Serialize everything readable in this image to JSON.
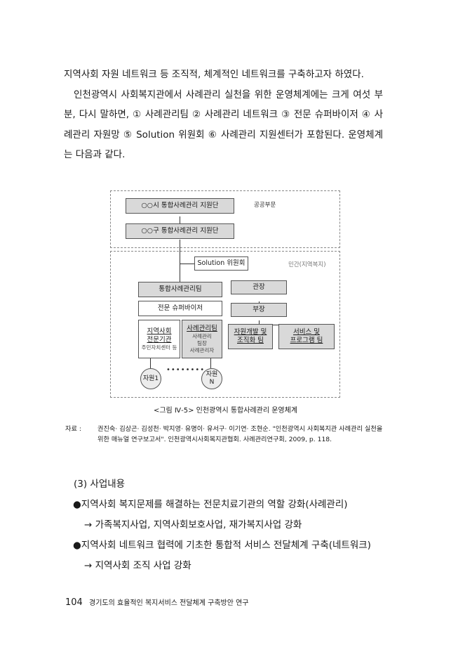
{
  "paragraph": {
    "line1": "지역사회 자원 네트워크 등 조직적, 체계적인 네트워크를 구축하고자 하였다.",
    "body": "인천광역시 사회복지관에서 사례관리 실천을 위한 운영체계에는 크게 여섯 부분, 다시 말하면, ① 사례관리팀 ② 사례관리 네트워크 ③ 전문 슈퍼바이저 ④ 사례관리 자원망 ⑤ Solution 위원회 ⑥ 사례관리 지원센터가 포함된다. 운영체계는 다음과 같다."
  },
  "diagram": {
    "public_label": "공공부문",
    "private_label": "민간(지역복지)",
    "city_center": "○○시 통합사례관리 지원단",
    "gu_center": "○○구 통합사례관리 지원단",
    "solution": "Solution 위원회",
    "team": "통합사례관리팀",
    "supervisor": "전문 슈퍼바이저",
    "local_title1": "지역사회",
    "local_title2": "전문기관",
    "local_sub": "주민자치센터 등",
    "cm_title": "사례관리팀",
    "cm_sub1": "사례관리",
    "cm_sub2": "팀장",
    "cm_sub3": "사례관리자",
    "director": "관장",
    "deputy": "부장",
    "resource_team1": "자원개발 및",
    "resource_team2": "조직화 팀",
    "program_team1": "서비스 및",
    "program_team2": "프로그램 팀",
    "resource1": "자원1",
    "dots": "••••••••",
    "resourceN1": "자원",
    "resourceN2": "N"
  },
  "caption": "<그림 Ⅳ-5> 인천광역시 통합사례관리 운영체계",
  "source": {
    "label": "자료 :",
    "text": "권진숙· 김상곤· 김성천· 박지영· 유명이· 유서구· 이기연· 조현순. \"인천광역시 사회복지관 사례관리 실천을 위한 매뉴얼 연구보고서\". 인천광역시사회복지관협회. 사례관리연구회, 2009, p. 118."
  },
  "section": {
    "title": "(3) 사업내용",
    "bullet1": "●지역사회 복지문제를 해결하는 전문치료기관의 역할 강화(사례관리)",
    "arrow1": "→ 가족복지사업, 지역사회보호사업, 재가복지사업 강화",
    "bullet2": "●지역사회 네트워크 협력에 기초한 통합적 서비스 전달체계 구축(네트워크)",
    "arrow2": "→ 지역사회 조직 사업 강화"
  },
  "footer": {
    "page_number": "104",
    "title": "경기도의 효율적인 복지서비스 전달체계 구축방안 연구"
  }
}
